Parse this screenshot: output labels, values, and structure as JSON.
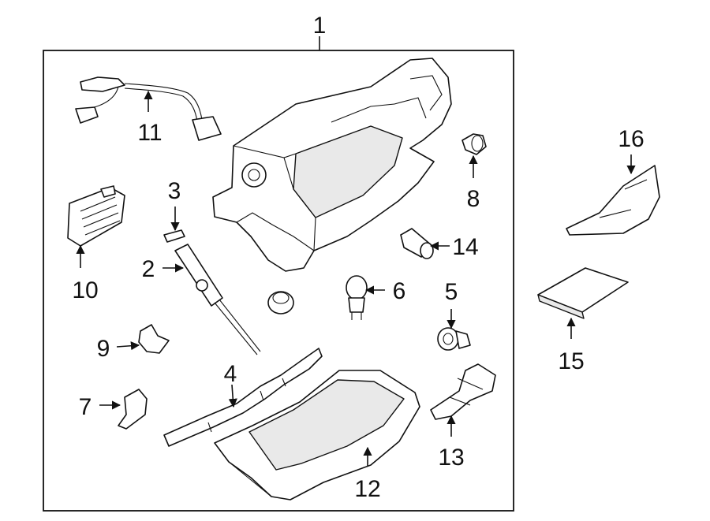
{
  "diagram": {
    "callouts": {
      "c1": "1",
      "c2": "2",
      "c3": "3",
      "c4": "4",
      "c5": "5",
      "c6": "6",
      "c7": "7",
      "c8": "8",
      "c9": "9",
      "c10": "10",
      "c11": "11",
      "c12": "12",
      "c13": "13",
      "c14": "14",
      "c15": "15",
      "c16": "16"
    }
  }
}
